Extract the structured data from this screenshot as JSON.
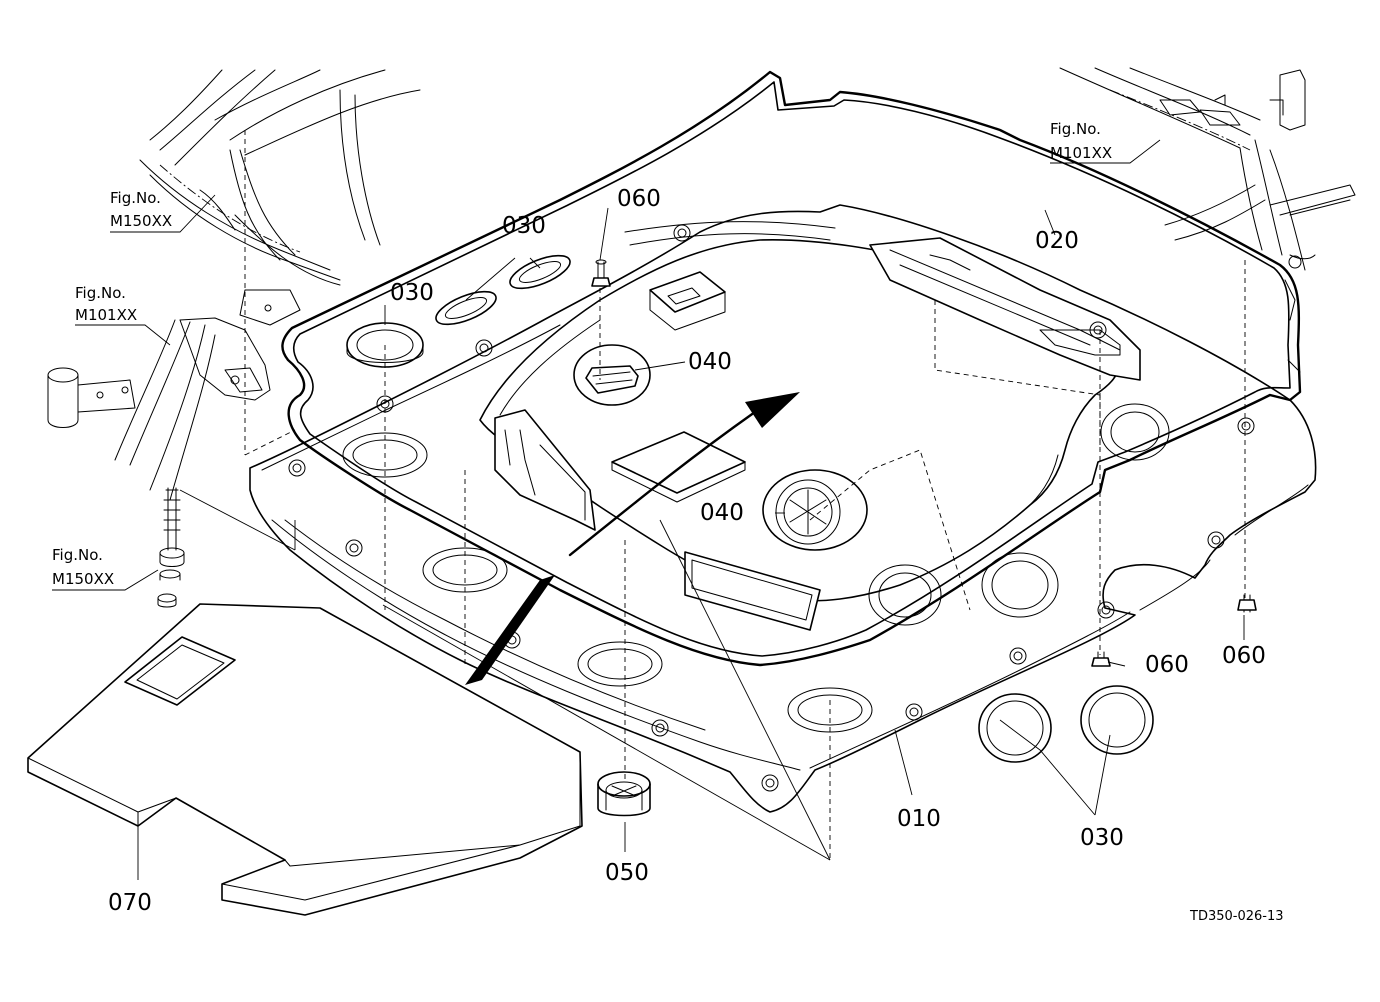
{
  "diagram_id": "TD350-026-13",
  "parts": [
    {
      "id": "p010",
      "label": "010"
    },
    {
      "id": "p020",
      "label": "020"
    },
    {
      "id": "p030a",
      "label": "030"
    },
    {
      "id": "p030b",
      "label": "030"
    },
    {
      "id": "p030c",
      "label": "030"
    },
    {
      "id": "p040a",
      "label": "040"
    },
    {
      "id": "p040b",
      "label": "040"
    },
    {
      "id": "p050",
      "label": "050"
    },
    {
      "id": "p060a",
      "label": "060"
    },
    {
      "id": "p060b",
      "label": "060"
    },
    {
      "id": "p060c",
      "label": "060"
    },
    {
      "id": "p070",
      "label": "070"
    }
  ],
  "fig_refs": [
    {
      "id": "ref_m150_top",
      "line1": "Fig.No.",
      "line2": "M150XX"
    },
    {
      "id": "ref_m101_left",
      "line1": "Fig.No.",
      "line2": "M101XX"
    },
    {
      "id": "ref_m150_bottom",
      "line1": "Fig.No.",
      "line2": "M150XX"
    },
    {
      "id": "ref_m101_right",
      "line1": "Fig.No.",
      "line2": "M101XX"
    }
  ]
}
